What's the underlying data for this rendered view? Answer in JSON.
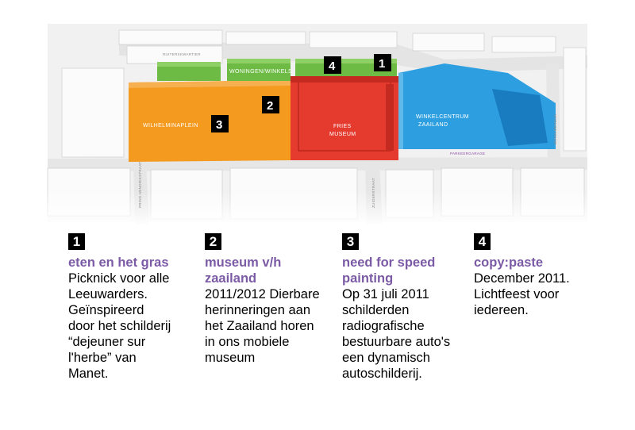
{
  "map": {
    "labels": {
      "woningen": "WONINGEN/WINKELS",
      "wilhelminaplein": "WILHELMINAPLEIN",
      "fries": "FRIES",
      "museum": "MUSEUM",
      "winkelcentrum": "WINKELCENTRUM",
      "zaailand": "ZAAILAND",
      "parkeergarage": "PARKEERGARAGE",
      "ruiterskwartier": "RUITERSKWARTIER",
      "prins": "PRINS HENDRIKSTRAAT",
      "zuiderstraat": "ZUIDERSTRAAT",
      "wirdumerdijk": "WIRDUMERDIJK"
    },
    "markers": {
      "m1": "1",
      "m2": "2",
      "m3": "3",
      "m4": "4"
    },
    "colors": {
      "orange": "#f39a1f",
      "red": "#e53a2e",
      "green": "#6dbb45",
      "blue": "#2d9fe0"
    }
  },
  "items": [
    {
      "num": "1",
      "title": "eten en het gras",
      "body": [
        "Picknick voor alle",
        "Leeuwarders.",
        "Geïnspireerd",
        "door het schilderij",
        "“dejeuner sur",
        "l'herbe” van",
        "Manet."
      ]
    },
    {
      "num": "2",
      "title": [
        "museum v/h",
        "zaailand"
      ],
      "body": [
        "2011/2012 Dierbare",
        "herinneringen aan",
        "het Zaailand horen",
        "in ons mobiele",
        "museum"
      ]
    },
    {
      "num": "3",
      "title": [
        "need for speed",
        "painting"
      ],
      "body": [
        "Op 31 juli 2011",
        "schilderden",
        "radiografische",
        "bestuurbare auto's",
        "een dynamisch",
        "autoschilderij."
      ]
    },
    {
      "num": "4",
      "title": "copy:paste",
      "body": [
        "December 2011.",
        "Lichtfeest voor",
        "iedereen."
      ]
    }
  ]
}
